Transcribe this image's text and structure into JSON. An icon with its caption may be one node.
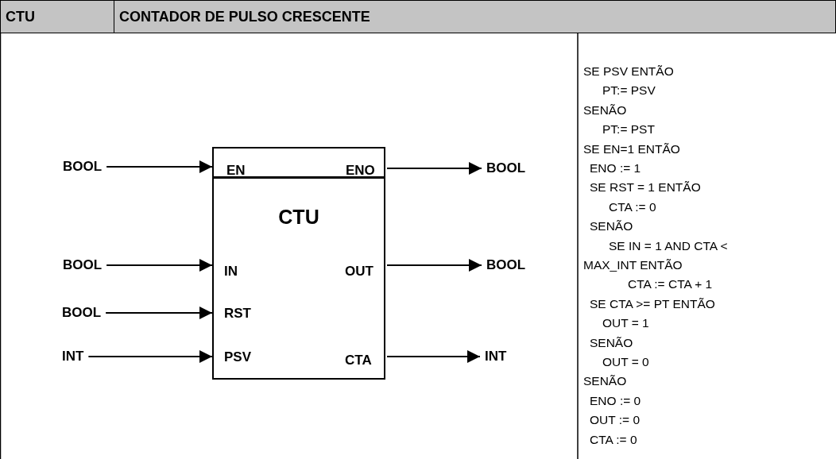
{
  "diagram": {
    "nodes": [
      {
        "text": [
          "EN",
          "ENO",
          "CTU",
          "IN",
          "OUT",
          "RST",
          "PSV",
          "CTA"
        ]
      },
      {
        "text": [
          "BOOL"
        ]
      },
      {
        "text": [
          "BOOL"
        ]
      },
      {
        "text": [
          "BOOL"
        ]
      },
      {
        "text": [
          "BOOL"
        ]
      },
      {
        "text": [
          "BOOL"
        ]
      },
      {
        "text": [
          "INT"
        ]
      },
      {
        "text": [
          "INT"
        ]
      }
    ],
    "edges": [
      {
        "from": 1,
        "to": 0,
        "arrow": "to"
      },
      {
        "from": 0,
        "to": 2,
        "arrow": "to"
      },
      {
        "from": 3,
        "to": 0,
        "arrow": "to"
      },
      {
        "from": 0,
        "to": 4,
        "arrow": "to"
      },
      {
        "from": 5,
        "to": 0,
        "arrow": "to"
      },
      {
        "from": 6,
        "to": 0,
        "arrow": "to"
      },
      {
        "from": 0,
        "to": 7,
        "arrow": "to"
      }
    ],
    "labels": [
      "CTU",
      "CONTADOR DE PULSO CRESCENTE",
      "SE PSV ENTÃO",
      "PT:= PSV",
      "SENÃO",
      "PT:= PST",
      "SE EN=1 ENTÃO",
      "ENO := 1",
      "SE RST = 1 ENTÃO",
      "CTA := 0",
      "SENÃO",
      "SE IN = 1 AND CTA < MAX_INT ENTÃO",
      "CTA := CTA + 1",
      "SE CTA >= PT ENTÃO",
      "OUT = 1",
      "SENÃO",
      "OUT = 0",
      "SENÃO",
      "ENO := 0",
      "OUT := 0",
      "CTA := 0"
    ]
  }
}
